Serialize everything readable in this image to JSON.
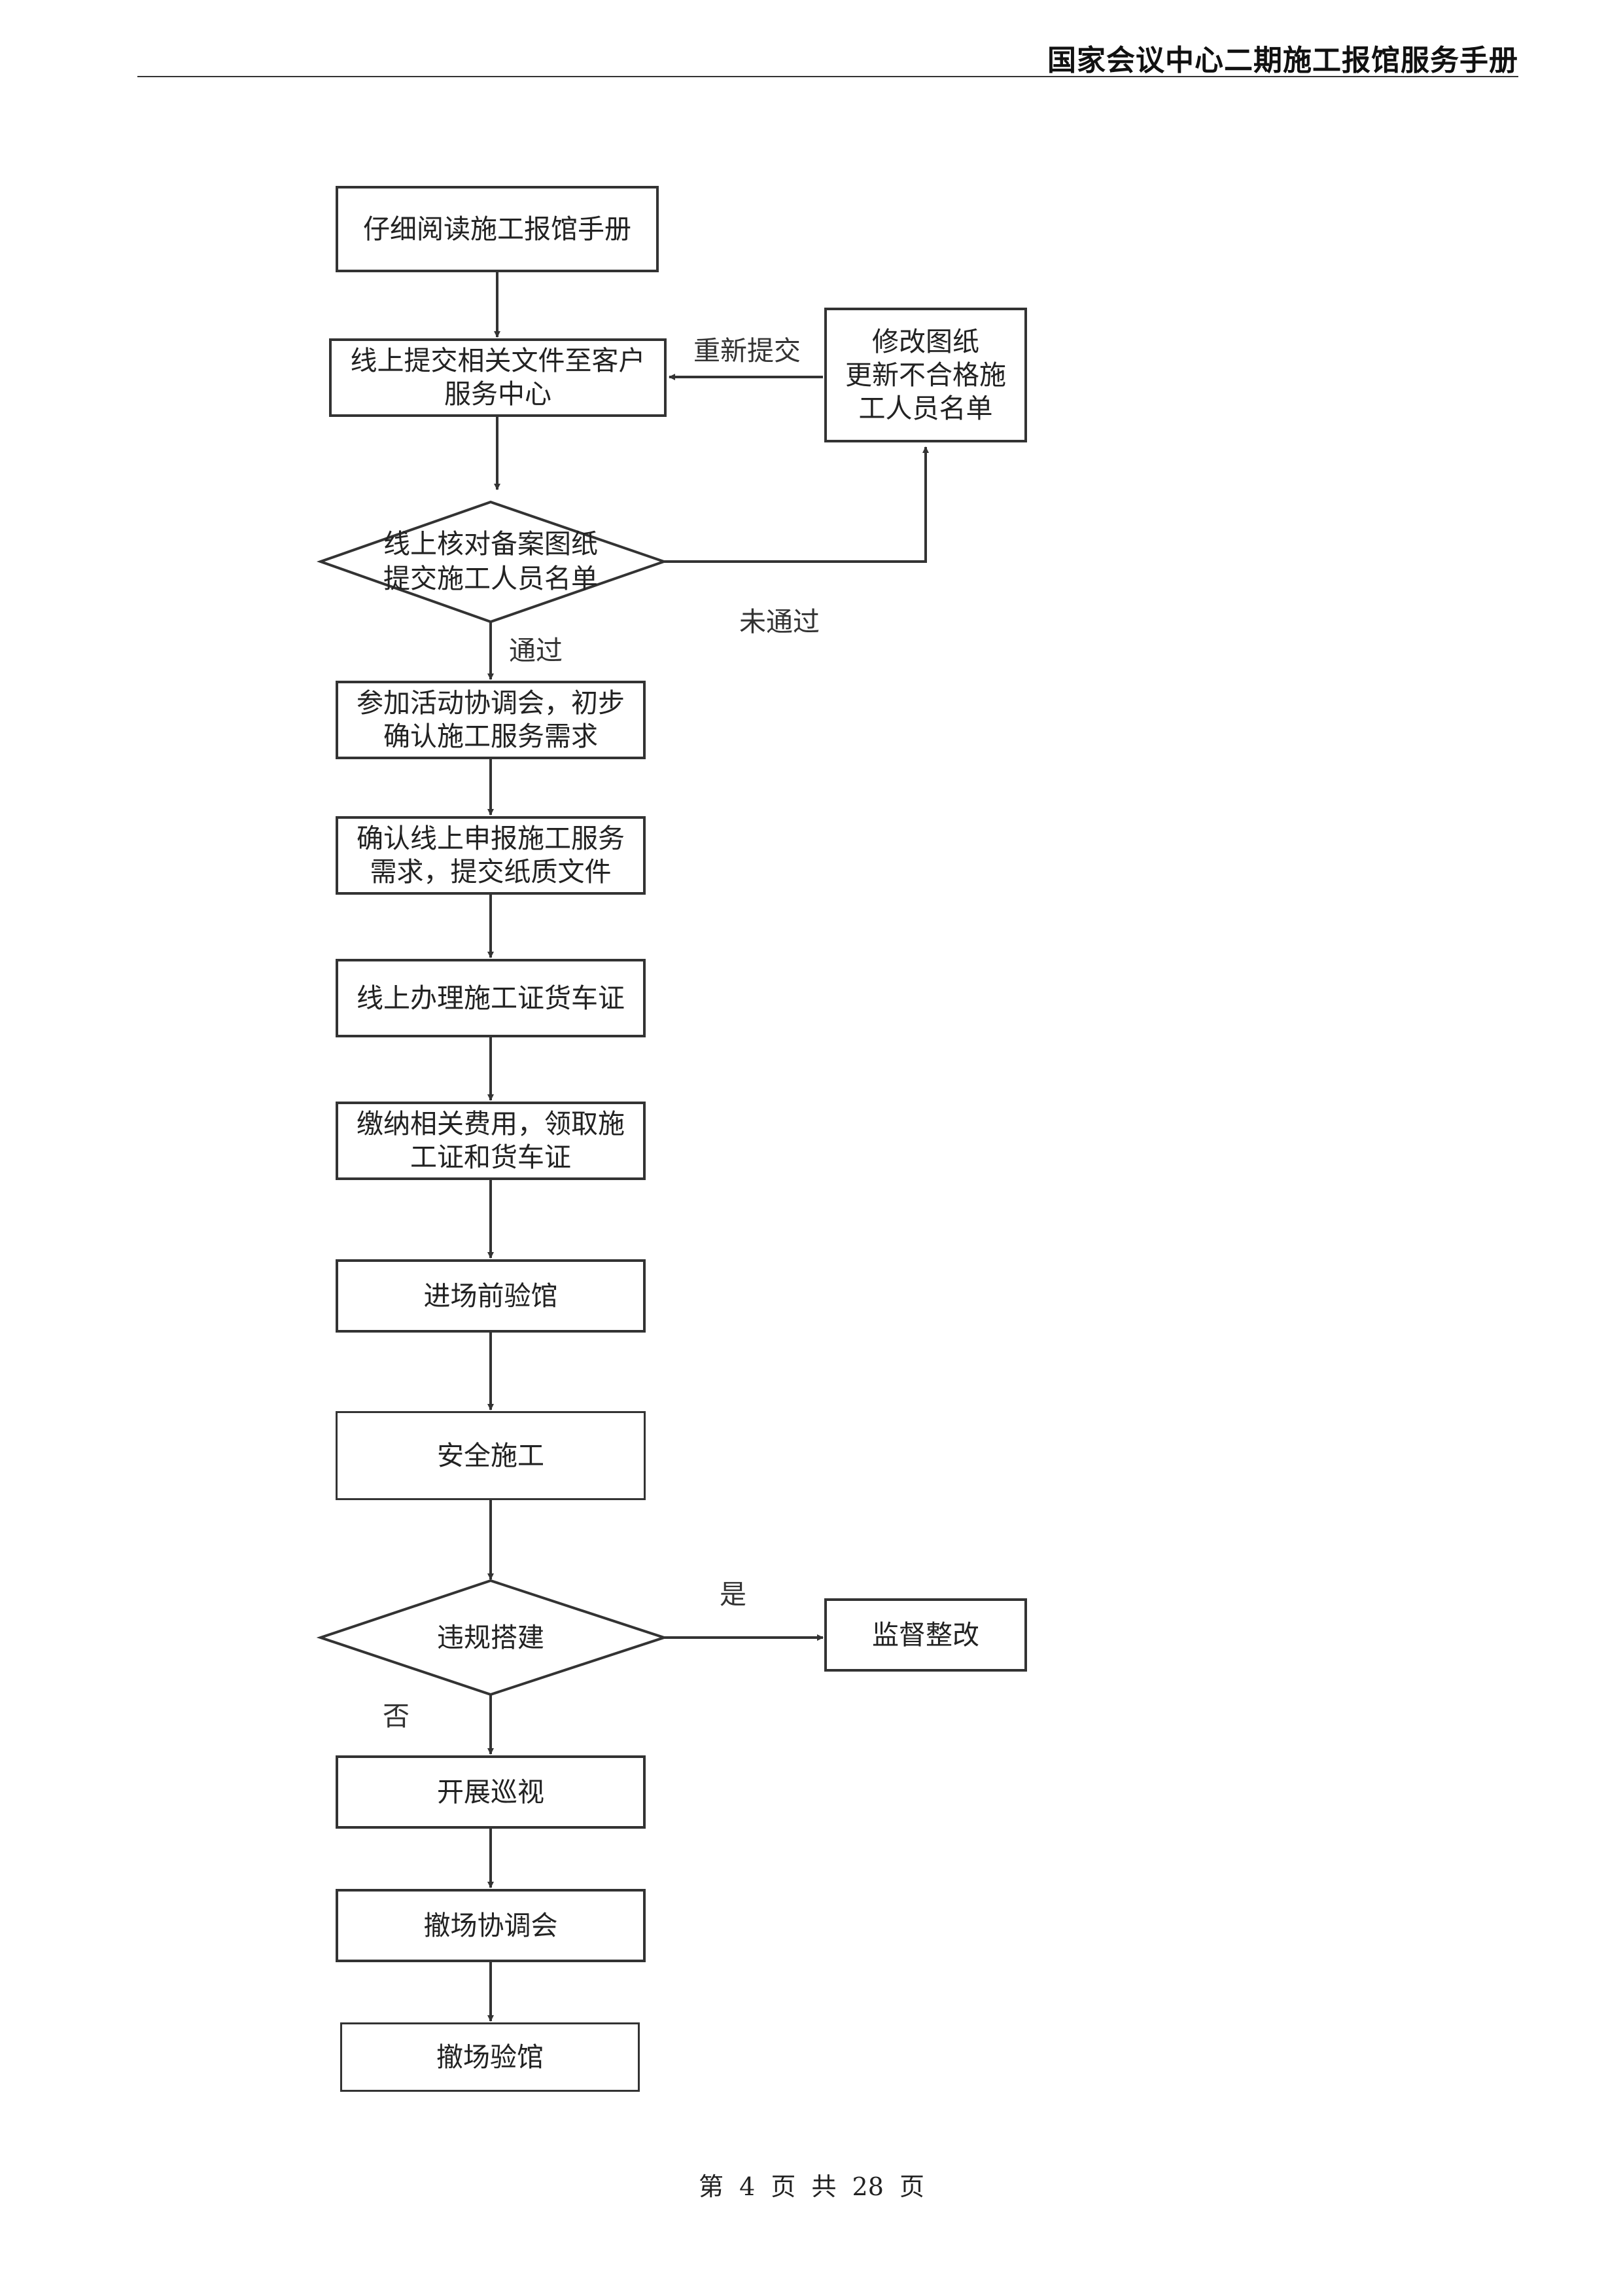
{
  "header": {
    "title": "国家会议中心二期施工报馆服务手册"
  },
  "flowchart": {
    "steps": {
      "read_manual": "仔细阅读施工报馆手册",
      "submit_online": "线上提交相关文件至客户\n服务中心",
      "check_online": "线上核对备案图纸\n提交施工人员名单",
      "revise": "修改图纸\n更新不合格施工人员名单",
      "coordination_meeting": "参加活动协调会，初步\n确认施工服务需求",
      "confirm_online": "确认线上申报施工服务\n需求，提交纸质文件",
      "permits_online": "线上办理施工证货车证",
      "pay_fees": "缴纳相关费用，领取施\n工证和货车证",
      "pre_entry_inspection": "进场前验馆",
      "safe_construction": "安全施工",
      "illegal_construction": "违规搭建",
      "supervise_rectify": "监督整改",
      "patrol": "开展巡视",
      "teardown_meeting": "撤场协调会",
      "teardown_inspection": "撤场验馆"
    },
    "labels": {
      "resubmit": "重新提交",
      "pass": "通过",
      "fail": "未通过",
      "yes": "是",
      "no": "否"
    }
  },
  "footer": {
    "page_text": "第 4 页 共 28 页"
  }
}
